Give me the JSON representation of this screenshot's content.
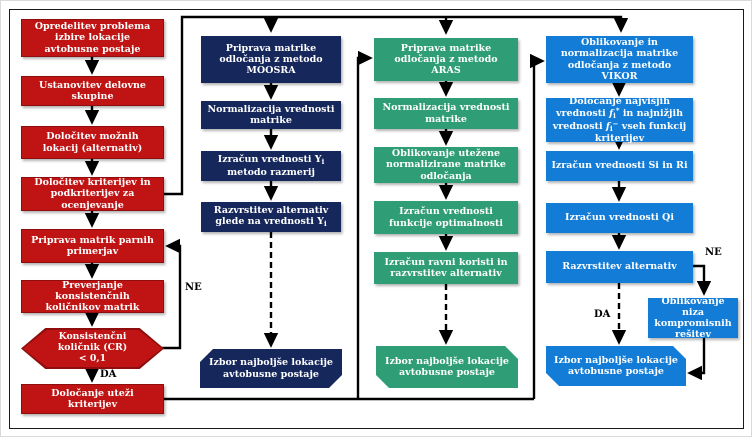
{
  "diagram": {
    "yes_label": "DA",
    "no_label": "NE",
    "final_label": "Izbor najboljše lokacije avtobusne postaje",
    "colors": {
      "ahp_red": "#c01414",
      "moosra_navy": "#16275c",
      "aras_green": "#2f9e77",
      "vikor_blue": "#127cd6",
      "connector_black": "#000000"
    },
    "ahp": {
      "step1": "Opredelitev problema izbire lokacije avtobusne postaje",
      "step2": "Ustanovitev delovne skupine",
      "step3": "Določitev možnih lokacij (alternativ)",
      "step4": "Določitev kriterijev in podkriterijev za ocenjevanje",
      "step5": "Priprava matrik parnih primerjav",
      "step6": "Preverjanje konsistenčnih količnikov matrik",
      "decision": "Konsistenčni količnik (CR) < 0,1",
      "step8": "Določanje uteži kriterijev"
    },
    "moosra": {
      "step1": "Priprava matrike odločanja z metodo MOOSRA",
      "step2": "Normalizacija vrednosti matrike",
      "step3_pre": "Izračun vrednosti Y",
      "step3_sub": "i",
      "step3_post": " metodo razmerij",
      "step4_pre": "Razvrstitev alternativ glede na vrednosti Y",
      "step4_sub": "i"
    },
    "aras": {
      "step1": "Priprava matrike odločanja z metodo ARAS",
      "step2": "Normalizacija vrednosti matrike",
      "step3": "Oblikovanje utežene normalizirane matrike odločanja",
      "step4": "Izračun vrednosti funkcije optimalnosti",
      "step5": "Izračun ravni koristi in razvrstitev alternativ"
    },
    "vikor": {
      "step1": "Oblikovanje in normalizacija matrike odločanja z metodo VIKOR",
      "step2_pre": "Določanje najvišjih vrednosti ",
      "f_symbol": "f",
      "f_sub": "i",
      "f_sup_max": "*",
      "step2_mid": " in najnižjih vrednosti ",
      "f_sup_min": "−",
      "step2_post": " vseh funkcij kriterijev",
      "step3": "Izračun vrednosti  Si in Ri",
      "step4": "Izračun vrednosti  Qi",
      "step5": "Razvrstitev alternativ",
      "compromise": "Oblikovanje niza kompromisnih rešitev"
    }
  }
}
